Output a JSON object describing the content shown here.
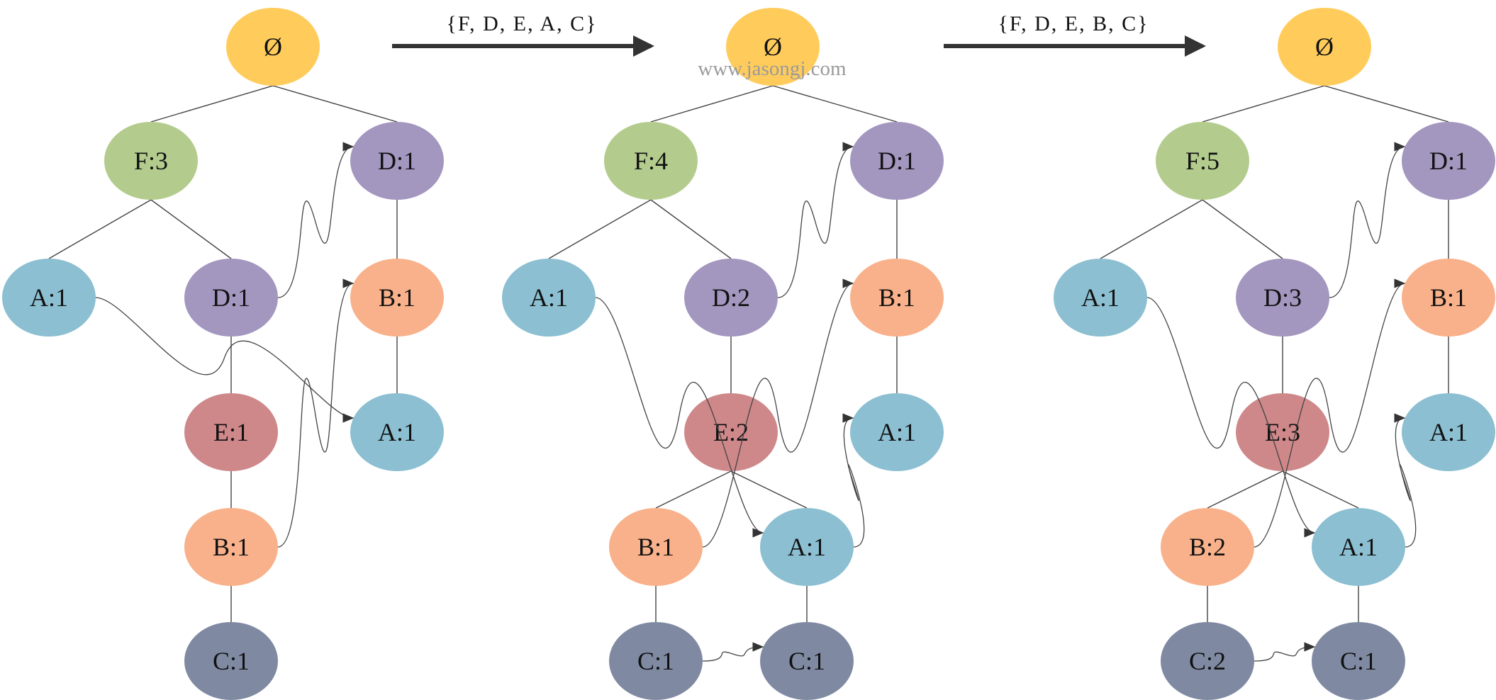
{
  "colors": {
    "root": "#FFCC5C",
    "F": "#B3CC8D",
    "D": "#A396BF",
    "A": "#8BBFD1",
    "B": "#F8B18A",
    "E": "#CE888A",
    "C": "#7F8AA2",
    "edge": "#444444",
    "arrow": "#333333"
  },
  "watermark": "www.jasongj.com",
  "transitions": [
    {
      "label": "{F, D, E, A, C}",
      "icon": "right-arrow-icon"
    },
    {
      "label": "{F, D, E, B, C}",
      "icon": "right-arrow-icon"
    }
  ],
  "trees": [
    {
      "name": "tree-1",
      "nodes": [
        {
          "id": "root",
          "label": "Ø",
          "item": "root"
        },
        {
          "id": "F",
          "label": "F:3",
          "item": "F"
        },
        {
          "id": "D1",
          "label": "D:1",
          "item": "D"
        },
        {
          "id": "A1",
          "label": "A:1",
          "item": "A"
        },
        {
          "id": "D2",
          "label": "D:1",
          "item": "D"
        },
        {
          "id": "B1",
          "label": "B:1",
          "item": "B"
        },
        {
          "id": "E",
          "label": "E:1",
          "item": "E"
        },
        {
          "id": "A2",
          "label": "A:1",
          "item": "A"
        },
        {
          "id": "B2",
          "label": "B:1",
          "item": "B"
        },
        {
          "id": "C1",
          "label": "C:1",
          "item": "C"
        }
      ],
      "edges": [
        [
          "root",
          "F"
        ],
        [
          "root",
          "D1"
        ],
        [
          "F",
          "A1"
        ],
        [
          "F",
          "D2"
        ],
        [
          "D1",
          "B1"
        ],
        [
          "D2",
          "E"
        ],
        [
          "B1",
          "A2"
        ],
        [
          "E",
          "B2"
        ],
        [
          "B2",
          "C1"
        ]
      ],
      "links": [
        [
          "D2",
          "D1"
        ],
        [
          "A1",
          "A2"
        ],
        [
          "B2",
          "B1"
        ]
      ]
    },
    {
      "name": "tree-2",
      "nodes": [
        {
          "id": "root",
          "label": "Ø",
          "item": "root"
        },
        {
          "id": "F",
          "label": "F:4",
          "item": "F"
        },
        {
          "id": "D1",
          "label": "D:1",
          "item": "D"
        },
        {
          "id": "A1",
          "label": "A:1",
          "item": "A"
        },
        {
          "id": "D2",
          "label": "D:2",
          "item": "D"
        },
        {
          "id": "B1",
          "label": "B:1",
          "item": "B"
        },
        {
          "id": "E",
          "label": "E:2",
          "item": "E"
        },
        {
          "id": "A2",
          "label": "A:1",
          "item": "A"
        },
        {
          "id": "B2",
          "label": "B:1",
          "item": "B"
        },
        {
          "id": "A3",
          "label": "A:1",
          "item": "A"
        },
        {
          "id": "C1",
          "label": "C:1",
          "item": "C"
        },
        {
          "id": "C2",
          "label": "C:1",
          "item": "C"
        }
      ],
      "edges": [
        [
          "root",
          "F"
        ],
        [
          "root",
          "D1"
        ],
        [
          "F",
          "A1"
        ],
        [
          "F",
          "D2"
        ],
        [
          "D1",
          "B1"
        ],
        [
          "D2",
          "E"
        ],
        [
          "B1",
          "A2"
        ],
        [
          "E",
          "B2"
        ],
        [
          "E",
          "A3"
        ],
        [
          "B2",
          "C1"
        ],
        [
          "A3",
          "C2"
        ]
      ],
      "links": [
        [
          "D2",
          "D1"
        ],
        [
          "A1",
          "A3"
        ],
        [
          "B2",
          "B1"
        ],
        [
          "A3",
          "A2"
        ],
        [
          "C1",
          "C2"
        ]
      ]
    },
    {
      "name": "tree-3",
      "nodes": [
        {
          "id": "root",
          "label": "Ø",
          "item": "root"
        },
        {
          "id": "F",
          "label": "F:5",
          "item": "F"
        },
        {
          "id": "D1",
          "label": "D:1",
          "item": "D"
        },
        {
          "id": "A1",
          "label": "A:1",
          "item": "A"
        },
        {
          "id": "D2",
          "label": "D:3",
          "item": "D"
        },
        {
          "id": "B1",
          "label": "B:1",
          "item": "B"
        },
        {
          "id": "E",
          "label": "E:3",
          "item": "E"
        },
        {
          "id": "A2",
          "label": "A:1",
          "item": "A"
        },
        {
          "id": "B2",
          "label": "B:2",
          "item": "B"
        },
        {
          "id": "A3",
          "label": "A:1",
          "item": "A"
        },
        {
          "id": "C1",
          "label": "C:2",
          "item": "C"
        },
        {
          "id": "C2",
          "label": "C:1",
          "item": "C"
        }
      ],
      "edges": [
        [
          "root",
          "F"
        ],
        [
          "root",
          "D1"
        ],
        [
          "F",
          "A1"
        ],
        [
          "F",
          "D2"
        ],
        [
          "D1",
          "B1"
        ],
        [
          "D2",
          "E"
        ],
        [
          "B1",
          "A2"
        ],
        [
          "E",
          "B2"
        ],
        [
          "E",
          "A3"
        ],
        [
          "B2",
          "C1"
        ],
        [
          "A3",
          "C2"
        ]
      ],
      "links": [
        [
          "D2",
          "D1"
        ],
        [
          "A1",
          "A3"
        ],
        [
          "B2",
          "B1"
        ],
        [
          "A3",
          "A2"
        ],
        [
          "C1",
          "C2"
        ]
      ]
    }
  ]
}
